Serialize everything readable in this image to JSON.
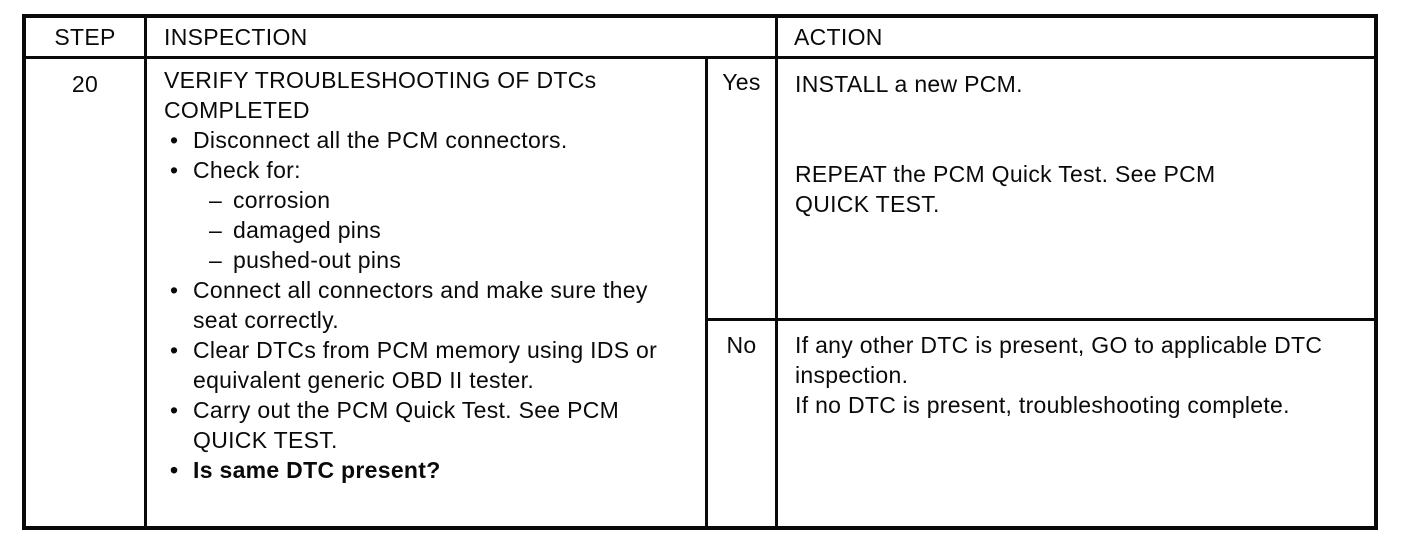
{
  "colors": {
    "border": "#000000",
    "text": "#000000",
    "background": "#ffffff"
  },
  "glyphs": {
    "bullet": "•",
    "dash": "–"
  },
  "header": {
    "step": "STEP",
    "inspection": "INSPECTION",
    "action": "ACTION"
  },
  "row": {
    "step": "20",
    "inspection": {
      "title": "VERIFY TROUBLESHOOTING OF DTCs COMPLETED",
      "items": [
        {
          "type": "bullet",
          "text": "Disconnect all the PCM connectors."
        },
        {
          "type": "bullet",
          "text": "Check for:"
        },
        {
          "type": "dash",
          "text": "corrosion"
        },
        {
          "type": "dash",
          "text": "damaged pins"
        },
        {
          "type": "dash",
          "text": "pushed-out pins"
        },
        {
          "type": "bullet",
          "text": "Connect all connectors and make sure they seat correctly."
        },
        {
          "type": "bullet",
          "text": "Clear DTCs from PCM memory using IDS or equivalent generic OBD II tester."
        },
        {
          "type": "bullet",
          "text": "Carry out the PCM Quick Test. See PCM QUICK TEST."
        },
        {
          "type": "bullet",
          "text": "Is same DTC present?",
          "bold": true
        }
      ]
    },
    "branches": [
      {
        "answer": "Yes",
        "action_lines": [
          "INSTALL a new PCM.",
          "REPEAT the PCM Quick Test. See PCM QUICK TEST."
        ]
      },
      {
        "answer": "No",
        "action_lines": [
          "If any other DTC is present, GO to applicable DTC inspection.",
          "If no DTC is present, troubleshooting complete."
        ]
      }
    ]
  }
}
